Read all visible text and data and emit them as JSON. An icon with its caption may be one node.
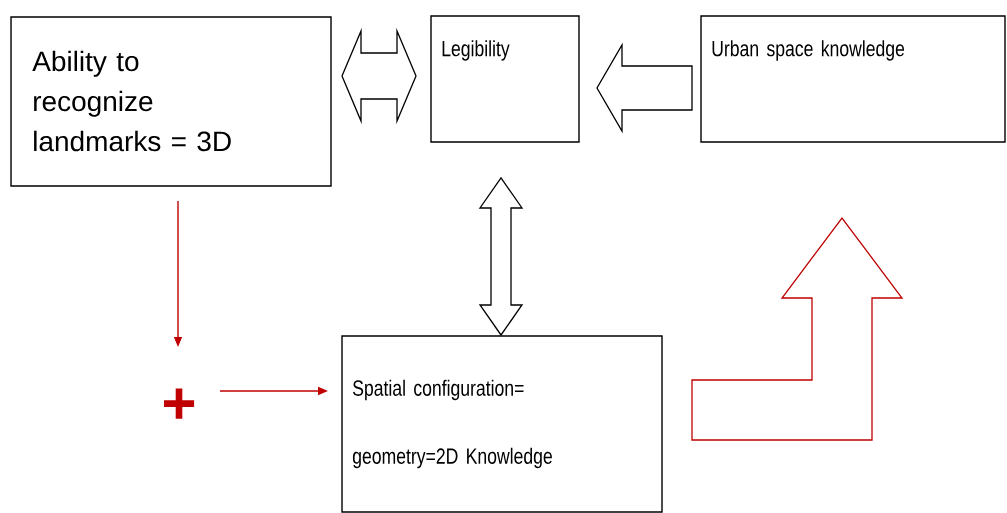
{
  "diagram": {
    "nodes": [
      {
        "text": [
          "Ability to recognize landmarks = 3D"
        ]
      },
      {
        "text": [
          "Legibility"
        ]
      },
      {
        "text": [
          "Urban space knowledge"
        ]
      },
      {
        "text": [
          "+"
        ]
      },
      {
        "text": [
          "Spatial configuration= geometry=2D Knowledge"
        ]
      }
    ],
    "edges": [
      {
        "from": 0,
        "to": 1,
        "arrow": "both",
        "style": "thick"
      },
      {
        "from": 2,
        "to": 1,
        "arrow": "to",
        "style": "thick"
      },
      {
        "from": 1,
        "to": 4,
        "arrow": "both",
        "style": "thick"
      },
      {
        "from": 0,
        "to": 3,
        "arrow": "to",
        "color": "#c00000"
      },
      {
        "from": 3,
        "to": 4,
        "arrow": "to",
        "color": "#c00000"
      },
      {
        "from": 4,
        "to": 2,
        "arrow": "to",
        "style": "thick",
        "color": "#c00000"
      }
    ]
  }
}
